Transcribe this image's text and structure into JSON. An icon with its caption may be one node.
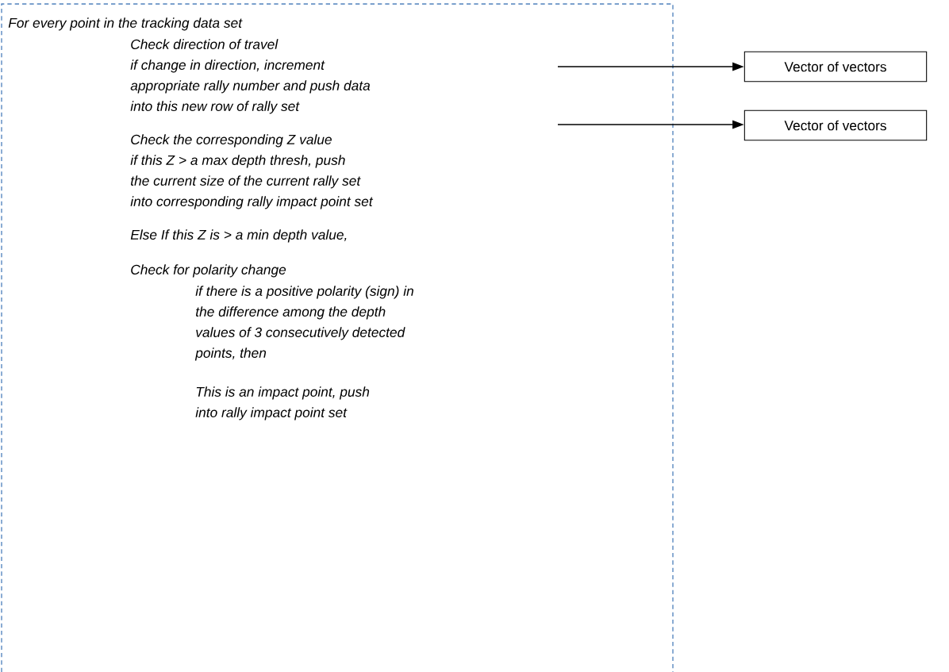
{
  "diagram": {
    "nodes": [
      {
        "text": [
          "For every point in the tracking data set",
          "Check direction of travel",
          "if change in direction, increment appropriate rally number and push data into this new row of rally set",
          "Check the corresponding Z value",
          "if this Z > a max depth thresh, push the current size of the current rally set into corresponding rally impact point set",
          "Else If this Z is > a min depth value,",
          "Check for polarity change",
          "if there is a positive polarity (sign) in the difference among the depth values of 3 consecutively detected points, then",
          "This is an impact point, push into rally impact point set"
        ]
      },
      {
        "text": [
          "Vector of vectors"
        ]
      },
      {
        "text": [
          "Vector of vectors"
        ]
      }
    ],
    "edges": [
      {
        "from": 0,
        "to": 1,
        "arrow": "to"
      },
      {
        "from": 0,
        "to": 2,
        "arrow": "to"
      }
    ]
  }
}
